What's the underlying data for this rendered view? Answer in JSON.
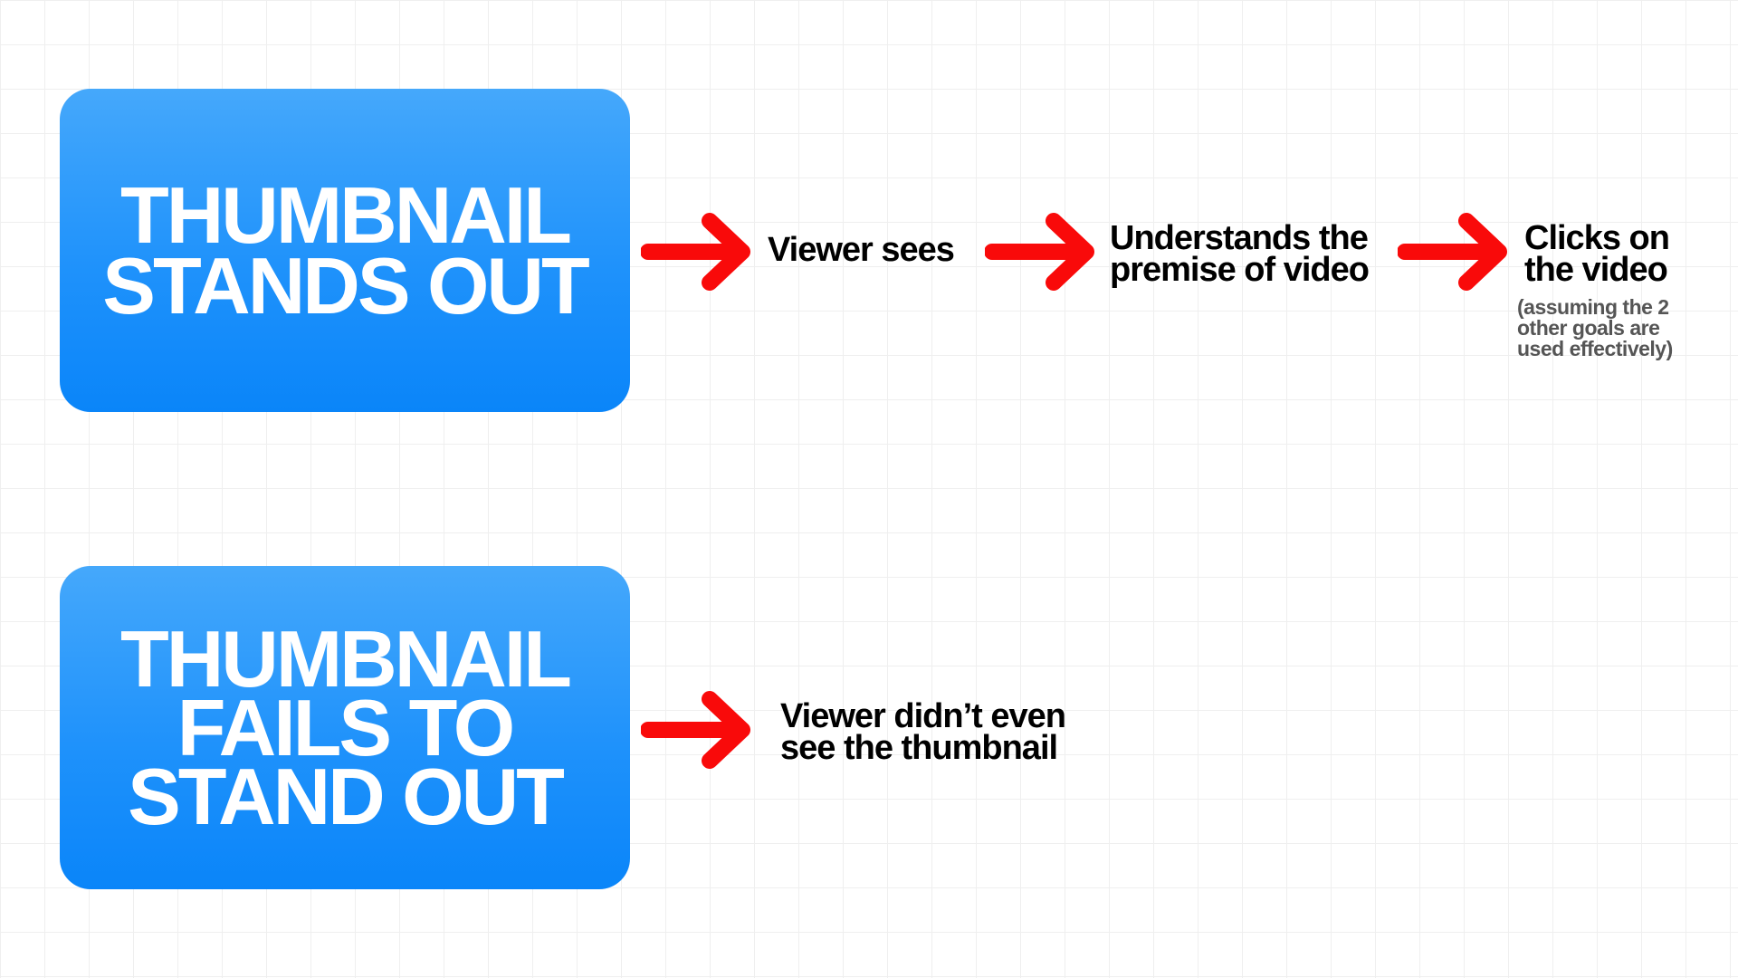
{
  "colors": {
    "box_gradient_top": "#45a8fb",
    "box_gradient_bottom": "#0a85f9",
    "arrow": "#f90a0a",
    "text": "#000000",
    "note_text": "#555555",
    "background": "#ffffff",
    "grid": "#efefef"
  },
  "top_flow": {
    "box_title": "THUMBNAIL\nSTANDS OUT",
    "steps": [
      {
        "label": "Viewer sees"
      },
      {
        "label": "Understands the\npremise of video"
      },
      {
        "label": "Clicks on\nthe video"
      }
    ],
    "note": "(assuming the 2\nother goals are\nused effectively)",
    "arrow_icon": "right-arrow-icon"
  },
  "bottom_flow": {
    "box_title": "THUMBNAIL\nFAILS TO\nSTAND OUT",
    "steps": [
      {
        "label": "Viewer didn’t even\nsee the thumbnail"
      }
    ],
    "arrow_icon": "right-arrow-icon"
  }
}
